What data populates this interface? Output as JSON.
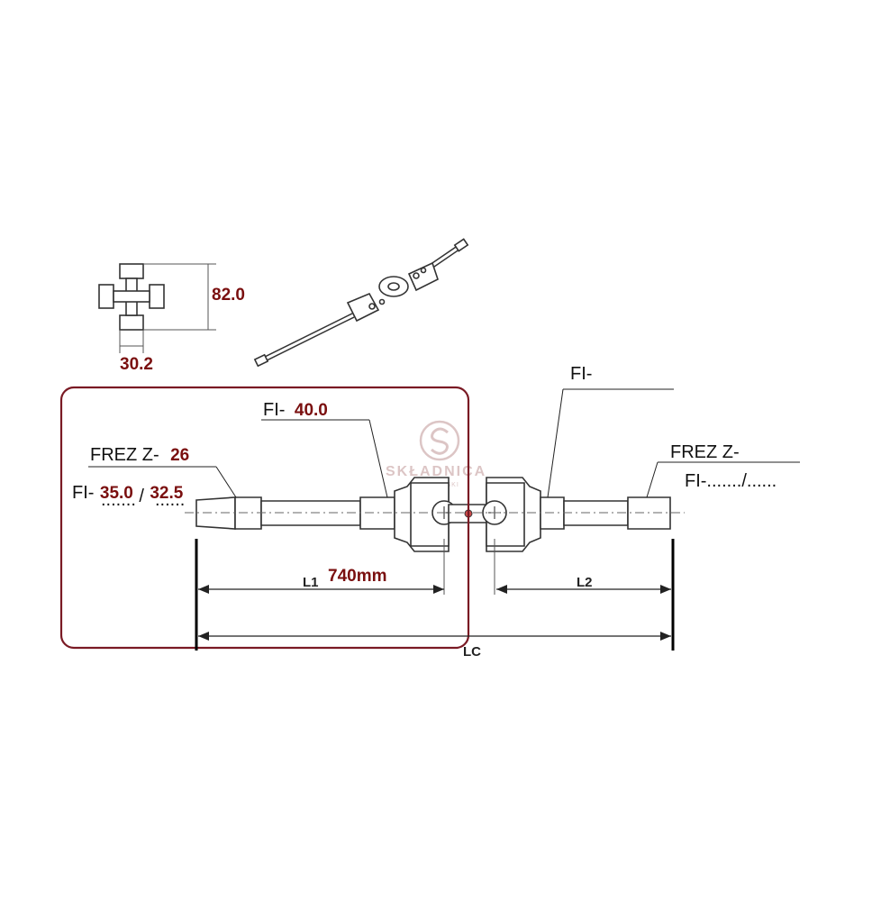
{
  "cross_section": {
    "height_value": "82.0",
    "width_value": "30.2"
  },
  "left_side": {
    "fi_prefix": "FI-",
    "fi_top_value": "40.0",
    "frez_prefix": "FREZ Z-",
    "frez_value": "26",
    "fi_bottom_prefix": "FI-",
    "fi_bottom_value_1": "35.0",
    "separator": "/",
    "fi_bottom_value_2": "32.5",
    "dots_1": ".......",
    "dots_2": "......"
  },
  "right_side": {
    "fi_prefix": "FI-",
    "frez_prefix": "FREZ Z-",
    "fi_bottom_text": "FI-......./......"
  },
  "dimensions": {
    "l1_label": "L1",
    "l1_value": "740mm",
    "l2_label": "L2",
    "total_label": "LC"
  },
  "watermark": {
    "brand": "SKŁADNICA",
    "sub": "DĄBROWSKI"
  },
  "colors": {
    "value_text": "#7a0f0f",
    "highlight_frame": "#7a1a24",
    "watermark": "#d7bcbc"
  }
}
